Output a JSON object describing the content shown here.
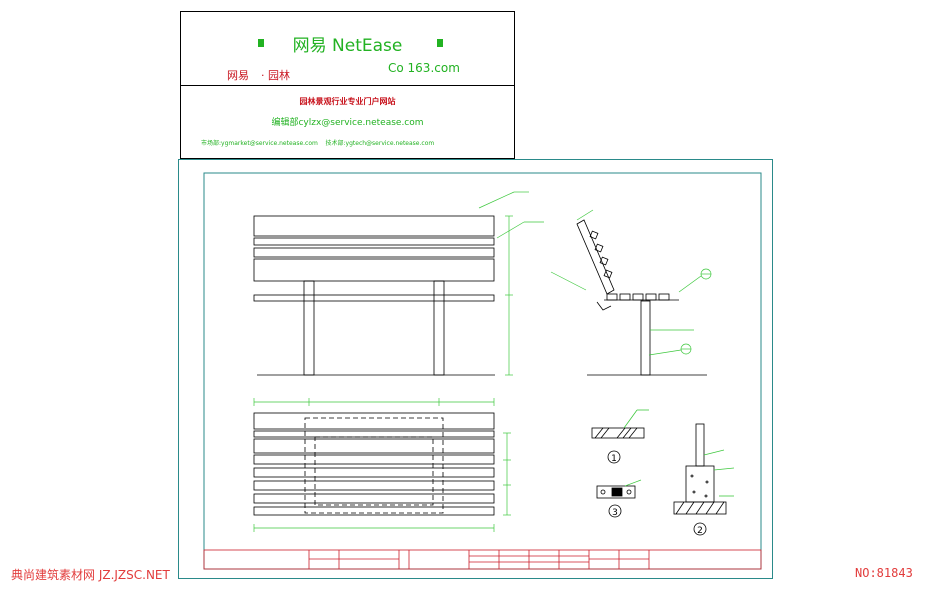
{
  "card": {
    "brand": "网易 NetEase",
    "site_cn": "网易",
    "site_sub": "· 园林",
    "site_url": "Co 163.com",
    "slogan": "园林景观行业专业门户网站",
    "editor_label": "编辑部",
    "editor_email": "cylzx@service.netease.com",
    "contact_market_label": "市场部",
    "contact_market_email": "ygmarket@service.netease.com",
    "contact_tech_label": "技术部",
    "contact_tech_email": "ygtech@service.netease.com"
  },
  "callouts": {
    "c1": "1",
    "c2": "2",
    "c3": "3"
  },
  "watermark": "典尚建筑素材网 JZ.JZSC.NET",
  "serial": "NO:81843",
  "colors": {
    "card_green": "#22b222",
    "card_red": "#c8141e",
    "drawing_line": "#000000",
    "dim_green": "#3ec83e",
    "title_red": "#cc1e2a",
    "sheet_border": "#2a8a8a",
    "watermark_red": "#e23c3c"
  }
}
